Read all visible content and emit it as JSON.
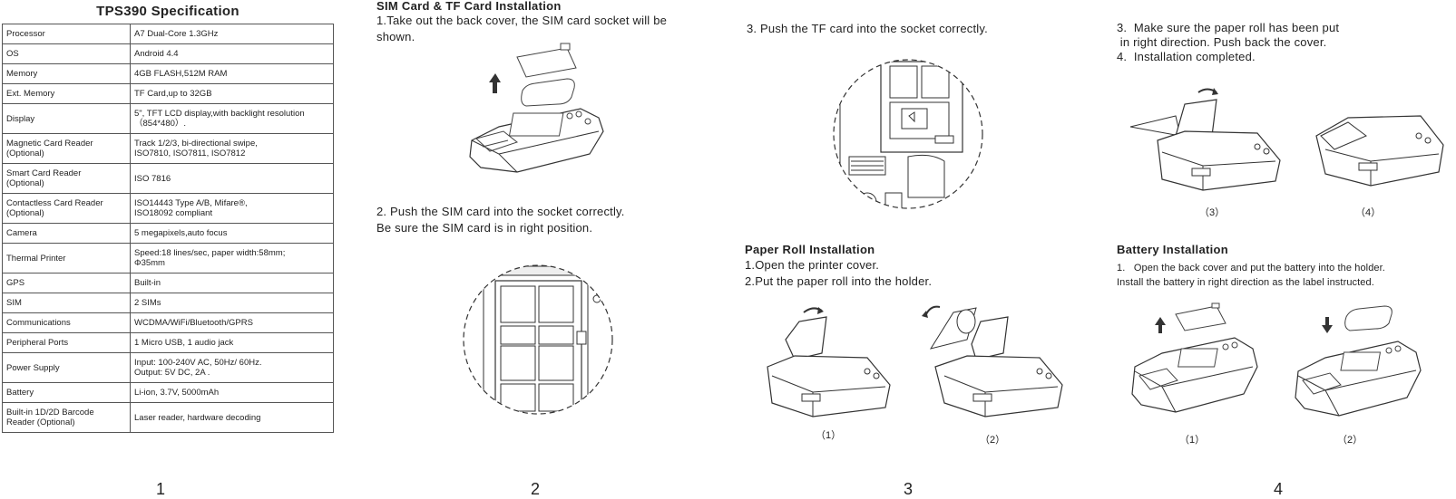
{
  "spec": {
    "title": "TPS390 Specification",
    "rows": [
      {
        "key": "Processor",
        "value": "A7 Dual-Core 1.3GHz"
      },
      {
        "key": "OS",
        "value": "Android 4.4"
      },
      {
        "key": "Memory",
        "value": "4GB FLASH,512M RAM"
      },
      {
        "key": "Ext. Memory",
        "value": "TF Card,up to 32GB"
      },
      {
        "key": "Display",
        "value": "5\", TFT LCD display,with backlight resolution\n（854*480）."
      },
      {
        "key": "Magnetic Card Reader\n(Optional)",
        "value": "Track 1/2/3, bi-directional swipe,\nISO7810, ISO7811, ISO7812"
      },
      {
        "key": "Smart Card Reader\n(Optional)",
        "value": "ISO 7816"
      },
      {
        "key": "Contactless Card Reader\n(Optional)",
        "value": "ISO14443 Type A/B, Mifare®,\nISO18092 compliant"
      },
      {
        "key": "Camera",
        "value": "5 megapixels,auto focus"
      },
      {
        "key": "Thermal Printer",
        "value": "Speed:18 lines/sec, paper width:58mm;\nΦ35mm"
      },
      {
        "key": "GPS",
        "value": "Built-in"
      },
      {
        "key": "SIM",
        "value": "2 SIMs"
      },
      {
        "key": "Communications",
        "value": "WCDMA/WiFi/Bluetooth/GPRS"
      },
      {
        "key": "Peripheral Ports",
        "value": "1 Micro USB, 1 audio jack"
      },
      {
        "key": "Power Supply",
        "value": "Input: 100-240V AC, 50Hz/ 60Hz.\nOutput: 5V DC, 2A ."
      },
      {
        "key": "Battery",
        "value": "Li-ion, 3.7V, 5000mAh"
      },
      {
        "key": "Built-in 1D/2D Barcode\nReader (Optional)",
        "value": "Laser reader, hardware decoding"
      }
    ]
  },
  "page2": {
    "heading": "SIM Card & TF Card Installation",
    "step1": "1.Take out the back cover, the SIM card socket will be\nshown.",
    "step2": "2. Push the SIM card into the socket correctly.\nBe sure the SIM card is in right position."
  },
  "page3": {
    "step3": "3. Push the TF card into the socket correctly.",
    "heading": "Paper Roll Installation",
    "steps": "1.Open the printer cover.\n2.Put the paper roll into the holder.",
    "cap1": "（1）",
    "cap2": "（2）"
  },
  "page4": {
    "steps": "3.  Make sure the paper roll has been put\n in right direction. Push back the cover.\n4.  Installation completed.",
    "cap3": "（3）",
    "cap4": "（4）",
    "heading": "Battery Installation",
    "battery_text": "1.   Open the back cover and put the battery into the holder.\nInstall the battery in right direction as the label instructed.",
    "cap1": "（1）",
    "cap2": "（2）"
  },
  "page_numbers": [
    "1",
    "2",
    "3",
    "4"
  ]
}
